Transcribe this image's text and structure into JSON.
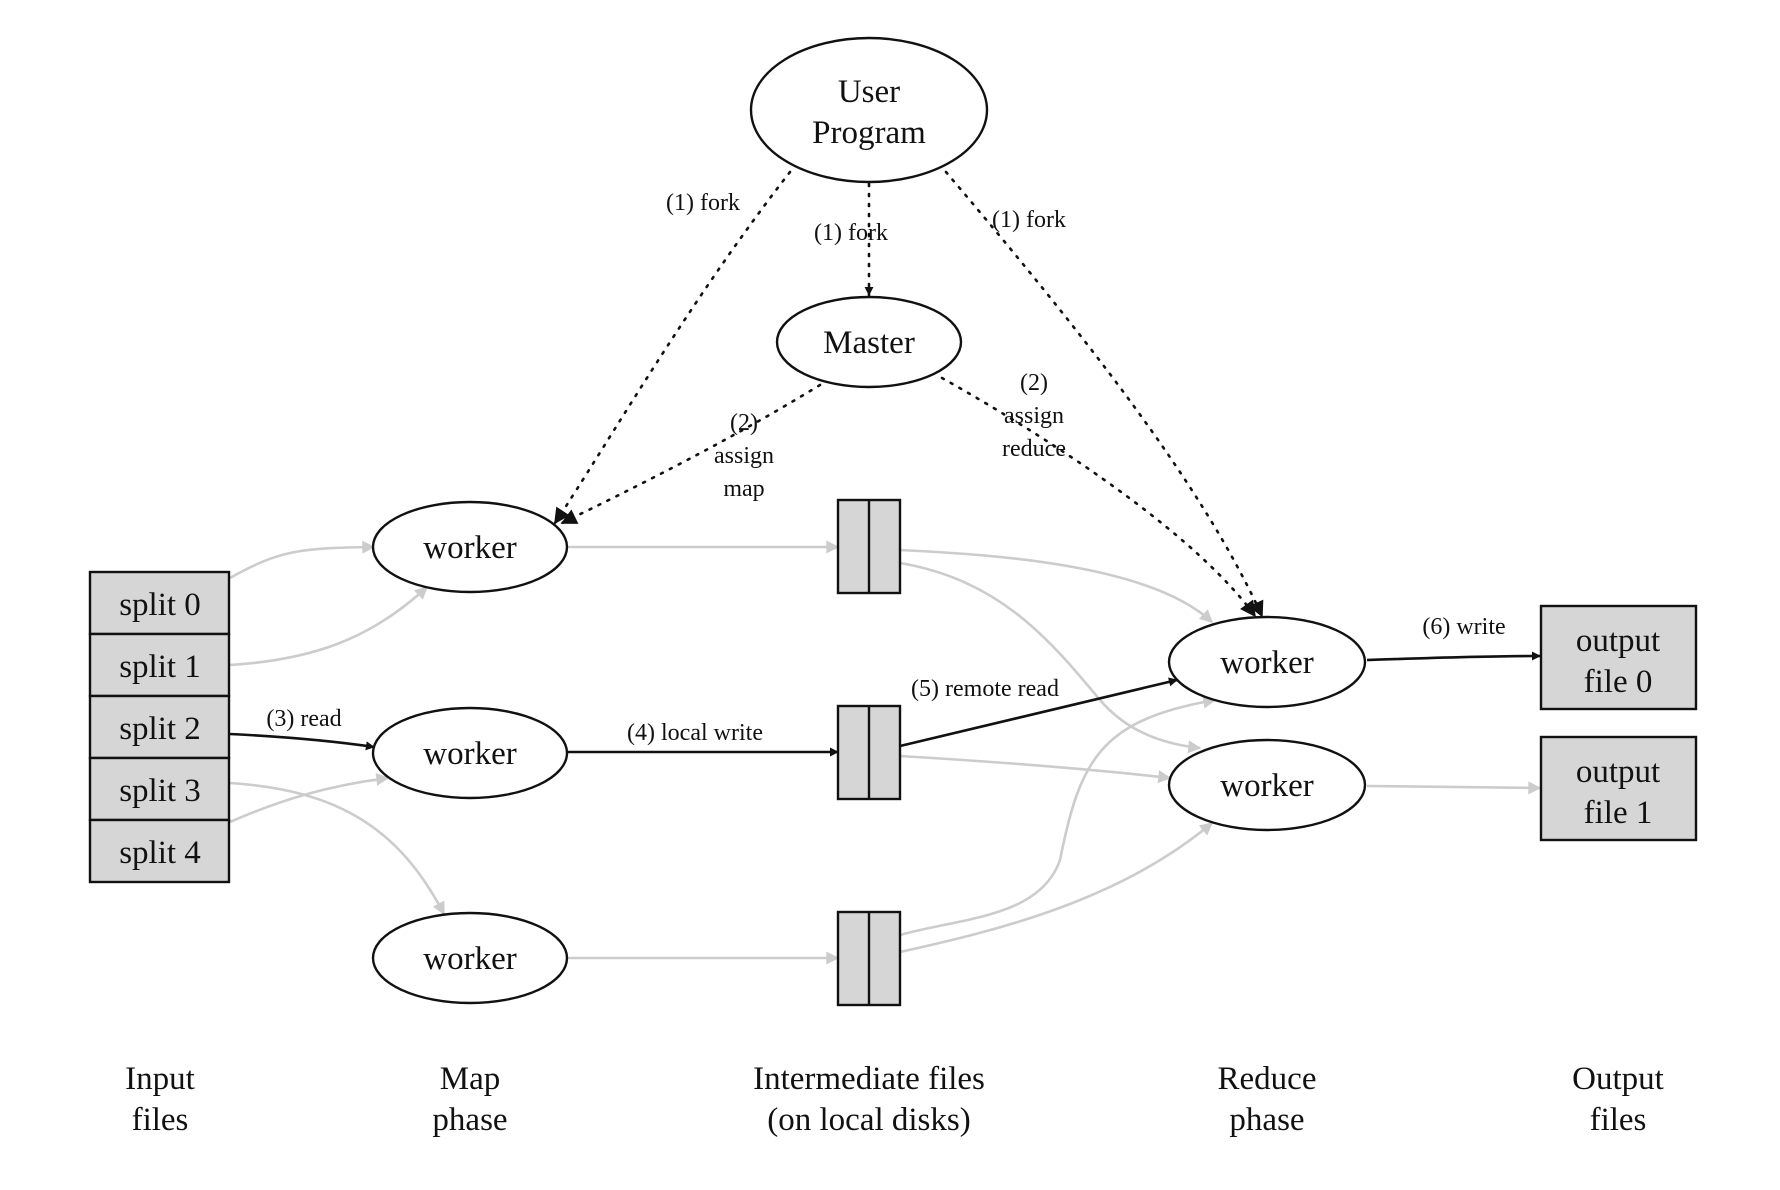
{
  "diagram": {
    "nodes": {
      "user_program": [
        "User",
        "Program"
      ],
      "master": "Master",
      "map_workers": [
        "worker",
        "worker",
        "worker"
      ],
      "reduce_workers": [
        "worker",
        "worker"
      ],
      "splits": [
        "split 0",
        "split 1",
        "split 2",
        "split 3",
        "split 4"
      ],
      "outputs": [
        [
          "output",
          "file 0"
        ],
        [
          "output",
          "file 1"
        ]
      ]
    },
    "edge_labels": {
      "fork_left": "(1) fork",
      "fork_center": "(1) fork",
      "fork_right": "(1) fork",
      "assign_map": [
        "(2)",
        "assign",
        "map"
      ],
      "assign_reduce": [
        "(2)",
        "assign",
        "reduce"
      ],
      "read": "(3) read",
      "local_write": "(4) local write",
      "remote_read": "(5) remote read",
      "write": "(6) write"
    },
    "columns": {
      "input": [
        "Input",
        "files"
      ],
      "map": [
        "Map",
        "phase"
      ],
      "intermediate": [
        "Intermediate files",
        "(on local disks)"
      ],
      "reduce": [
        "Reduce",
        "phase"
      ],
      "output": [
        "Output",
        "files"
      ]
    },
    "colors": {
      "box_fill": "#d6d6d6",
      "active_edge": "#111111",
      "inactive_edge": "#cccccc"
    }
  }
}
